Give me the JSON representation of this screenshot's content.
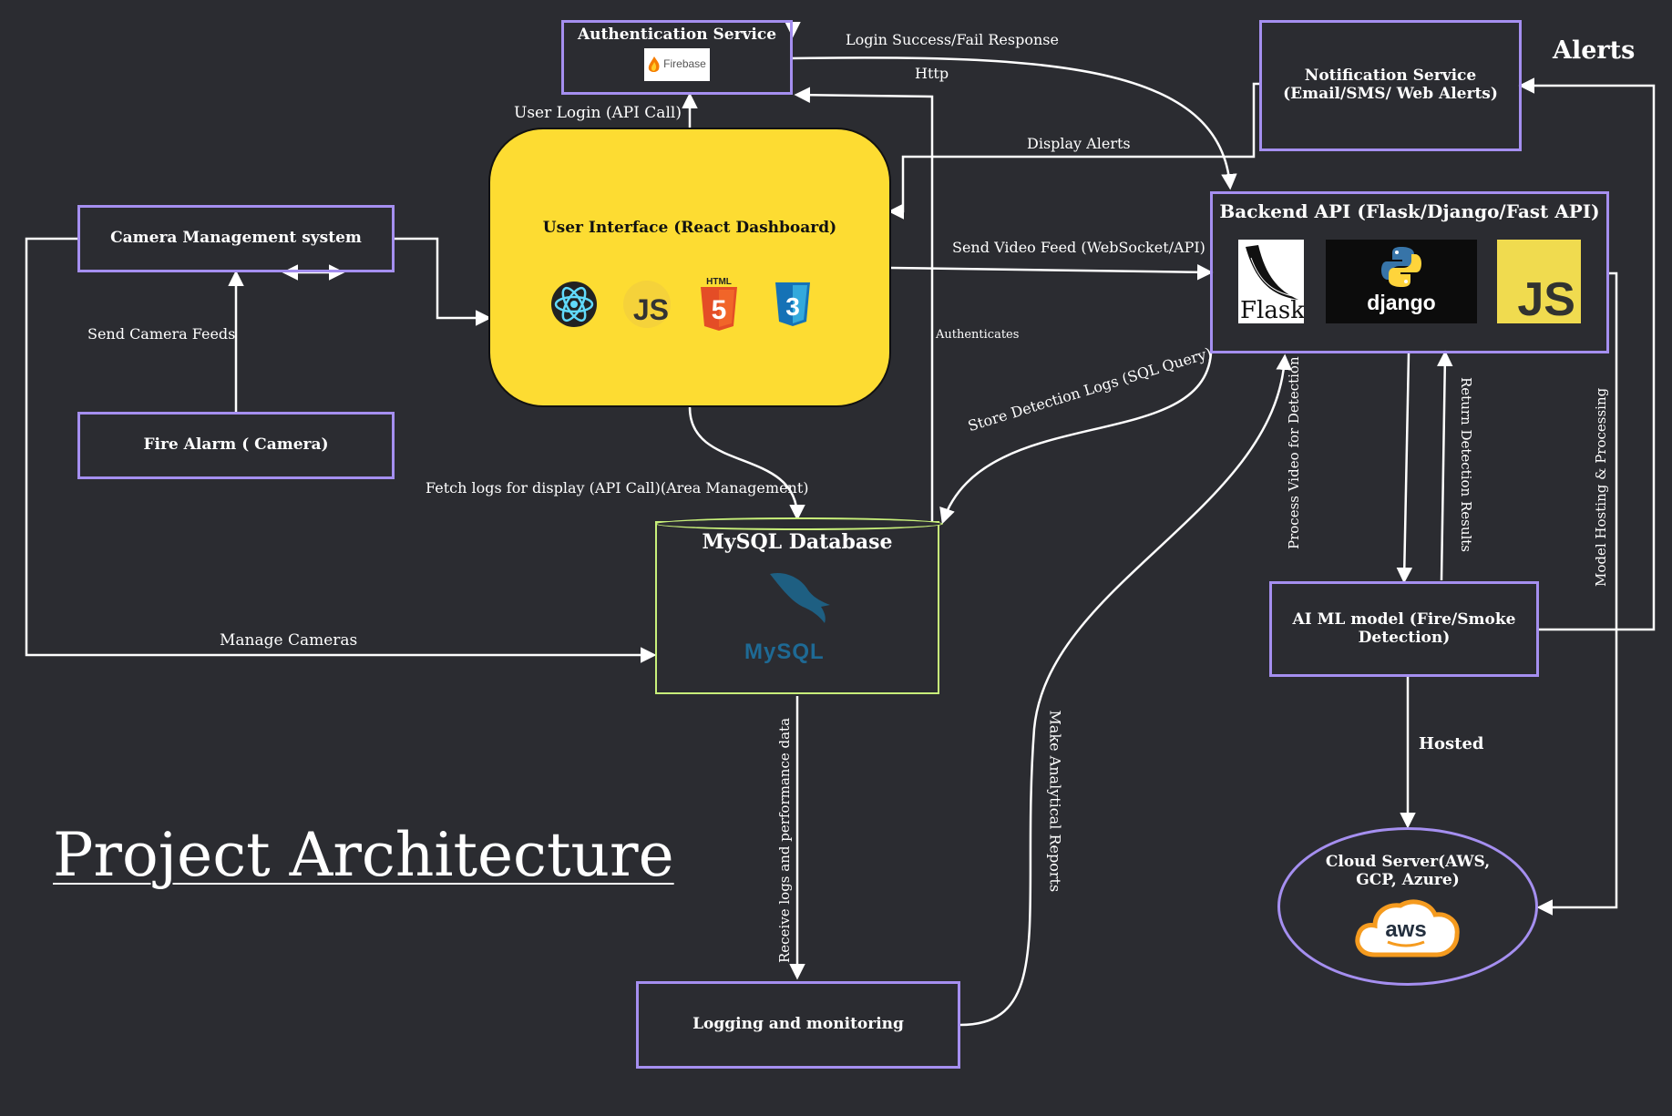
{
  "nodes": {
    "auth": {
      "title": "Authentication Service",
      "logo_text": "Firebase"
    },
    "ui": {
      "title": "User Interface (React Dashboard)",
      "logos": [
        "react-icon",
        "js-icon",
        "html5-icon",
        "css3-icon"
      ],
      "logo_text": {
        "js": "JS",
        "html_tag": "HTML",
        "html_num": "5",
        "css_num": "3"
      }
    },
    "notification": {
      "line1": "Notification Service",
      "line2": "(Email/SMS/ Web Alerts)"
    },
    "backend": {
      "title": "Backend API (Flask/Django/Fast API)",
      "logo_text": {
        "flask": "Flask",
        "django": "django",
        "js": "JS"
      }
    },
    "camera_mgmt": {
      "title": "Camera Management system"
    },
    "fire_alarm": {
      "title": "Fire Alarm ( Camera)"
    },
    "mysql": {
      "title": "MySQL Database",
      "logo_text": "MySQL"
    },
    "ai_model": {
      "line1": "AI ML model (Fire/Smoke",
      "line2": "Detection)"
    },
    "cloud": {
      "line1": "Cloud Server(AWS,",
      "line2": "GCP, Azure)",
      "logo_text": "aws"
    },
    "logging": {
      "title": "Logging and monitoring"
    }
  },
  "edges": {
    "login_response": "Login Success/Fail Response",
    "http": "Http",
    "user_login": "User Login (API Call)",
    "display_alerts": "Display Alerts",
    "send_video": "Send Video Feed (WebSocket/API)",
    "authenticates": "Authenticates",
    "send_camera_feeds": "Send Camera Feeds",
    "store_logs": "Store Detection Logs (SQL Query)",
    "fetch_logs": "Fetch logs for display (API Call)(Area Management)",
    "manage_cameras": "Manage Cameras",
    "process_video": "Process Video for Detection",
    "return_results": "Return Detection Results",
    "model_hosting": "Model Hosting & Processing",
    "hosted": "Hosted",
    "receive_logs": "Receive logs and performance data",
    "analytical_reports": "Make Analytical Reports"
  },
  "headings": {
    "alerts": "Alerts",
    "title": "Project Architecture"
  },
  "colors": {
    "background": "#2b2c31",
    "box_border": "#a58ff0",
    "ui_fill": "#fddc32",
    "db_border": "#c8f07a",
    "wire": "#ffffff"
  }
}
